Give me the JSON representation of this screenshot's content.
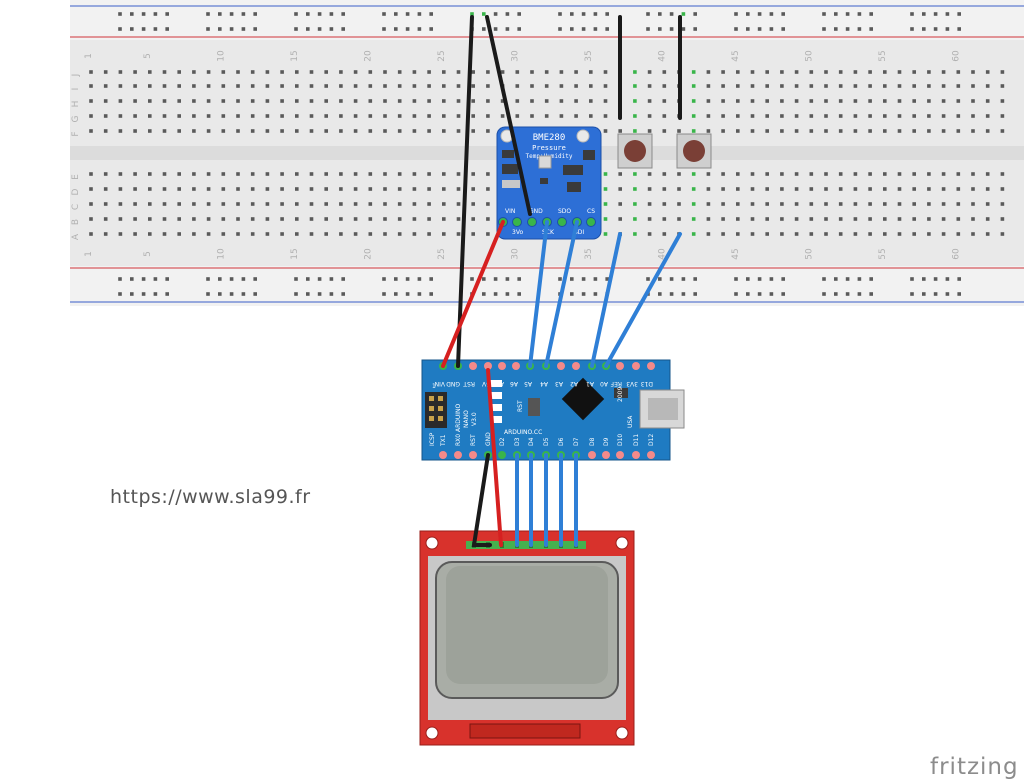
{
  "watermark_url": "https://www.sla99.fr",
  "brand": "fritzing",
  "breadboard": {
    "column_numbers": [
      "1",
      "5",
      "10",
      "15",
      "20",
      "25",
      "30",
      "35",
      "40",
      "45",
      "50",
      "55",
      "60"
    ],
    "row_letters_top": [
      "J",
      "I",
      "H",
      "G",
      "F"
    ],
    "row_letters_bottom": [
      "E",
      "D",
      "C",
      "B",
      "A"
    ]
  },
  "sensor": {
    "title": "BME280",
    "subtitle_1": "Pressure",
    "subtitle_2": "Temp+Humidity",
    "pins_top": [
      "VIN",
      "GND",
      "SDO",
      "CS"
    ],
    "pins_bottom": [
      "3Vo",
      "SCK",
      "SDI"
    ]
  },
  "arduino": {
    "top_pins": [
      "VIN",
      "GND",
      "RST",
      "5V",
      "A7",
      "A6",
      "A5",
      "A4",
      "A3",
      "A2",
      "A1",
      "A0",
      "REF",
      "3V3",
      "D13"
    ],
    "bottom_pins": [
      "TX1",
      "RX0",
      "RST",
      "GND",
      "D2",
      "D3",
      "D4",
      "D5",
      "D6",
      "D7",
      "D8",
      "D9",
      "D10",
      "D11",
      "D12"
    ],
    "label_1": "ARDUINO",
    "label_2": "NANO",
    "label_3": "V3.0",
    "label_cc": "ARDUINO.CC",
    "label_year": "2009",
    "label_usa": "USA",
    "label_icsp": "ICSP",
    "label_rst": "RST",
    "icsp_pin": "1"
  },
  "colors": {
    "breadboard": "#e9e9e9",
    "rail_red": "#d0343a",
    "rail_blue": "#3b5fc8",
    "wire_black": "#1a1a1a",
    "wire_red": "#d62020",
    "wire_blue": "#2f7fd6",
    "sensor_board": "#2d6fd6",
    "arduino_board": "#1f7bc2",
    "lcd_board": "#d8322c",
    "lcd_screen": "#a9ada6",
    "hole_active": "#39b54a"
  }
}
